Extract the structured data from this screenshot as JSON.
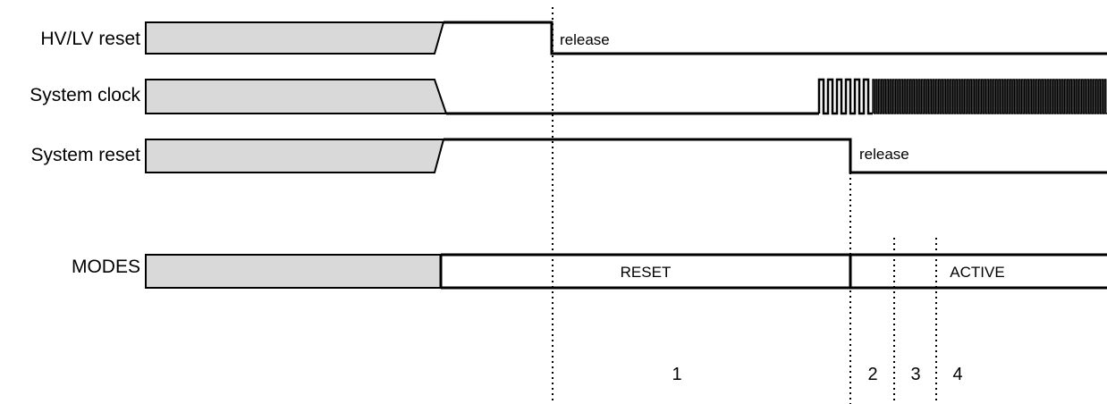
{
  "signals": {
    "hv_lv_reset": {
      "label": "HV/LV reset",
      "annotation": "release"
    },
    "system_clock": {
      "label": "System clock"
    },
    "system_reset": {
      "label": "System reset",
      "annotation": "release"
    },
    "modes": {
      "label": "MODES",
      "states": [
        "RESET",
        "ACTIVE"
      ]
    }
  },
  "phases": [
    "1",
    "2",
    "3",
    "4"
  ],
  "colors": {
    "unknown_fill": "#d9d9d9",
    "line": "#000000"
  }
}
